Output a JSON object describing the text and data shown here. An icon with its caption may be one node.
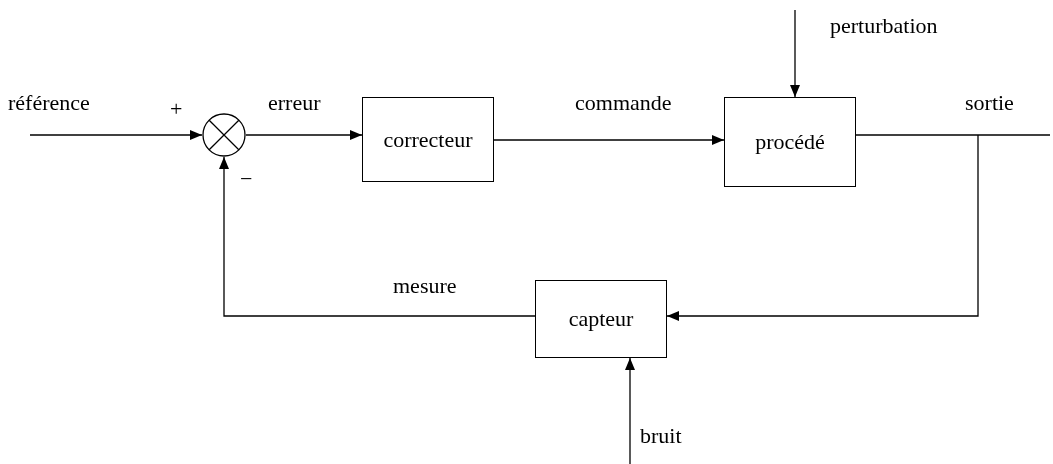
{
  "diagram": {
    "nodes": [
      {
        "text": [],
        "shape": "circle"
      },
      {
        "text": [
          "correcteur"
        ]
      },
      {
        "text": [
          "procédé"
        ]
      },
      {
        "text": [
          "capteur"
        ]
      }
    ],
    "edges": [
      {
        "from": null,
        "to": 0,
        "arrow": "to",
        "label": "référence"
      },
      {
        "from": 0,
        "to": 1,
        "arrow": "to",
        "label": "erreur"
      },
      {
        "from": 1,
        "to": 2,
        "arrow": "to",
        "label": "commande"
      },
      {
        "from": null,
        "to": 2,
        "arrow": "to",
        "label": "perturbation"
      },
      {
        "from": 2,
        "to": null,
        "arrow": "none",
        "label": "sortie"
      },
      {
        "from": 2,
        "to": 3,
        "arrow": "to"
      },
      {
        "from": 3,
        "to": 0,
        "arrow": "to",
        "label": "mesure"
      },
      {
        "from": null,
        "to": 3,
        "arrow": "to",
        "label": "bruit"
      }
    ],
    "labels": [
      "+",
      "−"
    ]
  }
}
